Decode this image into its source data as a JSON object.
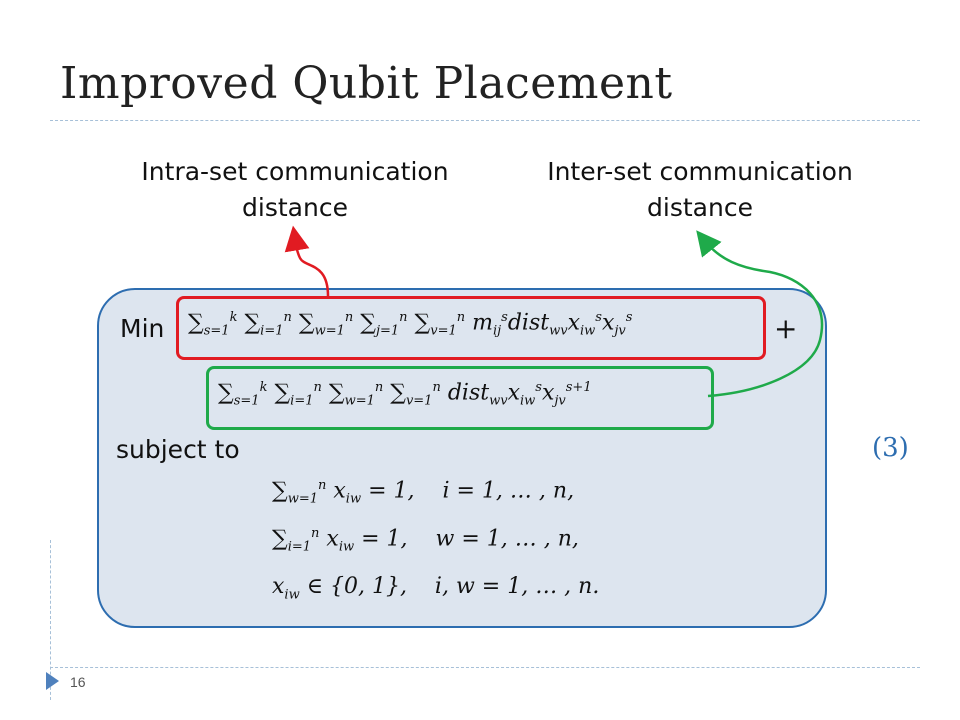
{
  "slide": {
    "title": "Improved Qubit Placement",
    "page_number": "16"
  },
  "callouts": {
    "intra": "Intra-set communication distance",
    "inter": "Inter-set communication distance"
  },
  "formulation": {
    "min_label": "Min",
    "objective_term1": "∑ₛ₌₁ᵏ ∑ᵢ₌₁ⁿ ∑w₌₁ⁿ ∑ⱼ₌₁ⁿ ∑ᵥ₌₁ⁿ mᵢⱼˢ dist_wv xᵢwˢ xⱼᵥˢ",
    "plus": "+",
    "objective_term2": "∑ₛ₌₁ᵏ ∑ᵢ₌₁ⁿ ∑w₌₁ⁿ ∑ᵥ₌₁ⁿ dist_wv xᵢwˢ xⱼᵥˢ⁺¹",
    "subject_to": "subject to",
    "equation_number": "(3)",
    "constraints": [
      "∑w₌₁ⁿ xᵢw = 1,   i = 1, … , n,",
      "∑ᵢ₌₁ⁿ xᵢw = 1,   w = 1, … , n,",
      "xᵢw ∈ {0, 1},   i, w = 1, … , n."
    ]
  },
  "colors": {
    "box_fill": "#dde5ef",
    "box_border": "#2d6db0",
    "intra_highlight": "#e11b22",
    "inter_highlight": "#1faa4a",
    "accent": "#4f81bd"
  }
}
